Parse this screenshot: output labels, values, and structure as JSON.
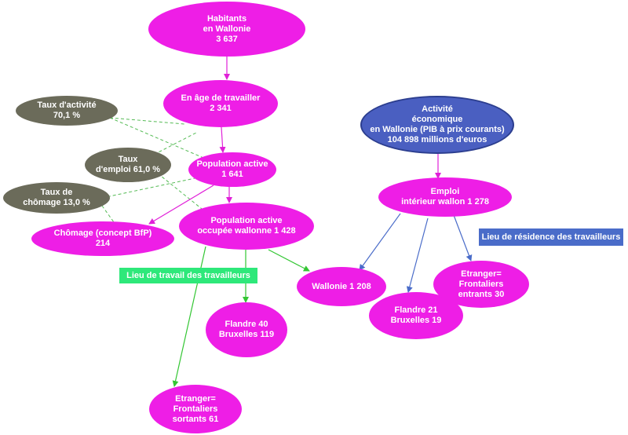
{
  "nodes": {
    "habitants": [
      "Habitants",
      "en Wallonie",
      "3 637"
    ],
    "age_travailler": [
      "En âge de travailler",
      "2 341"
    ],
    "population_active": [
      "Population active",
      "1 641"
    ],
    "pop_occupee": [
      "Population active",
      "occupée wallonne  1 428"
    ],
    "chomage": [
      "Chômage (concept BfP)",
      "214"
    ],
    "wallonie": [
      "Wallonie 1 208"
    ],
    "flandre_bxl_1": [
      "Flandre  40",
      "Bruxelles  119"
    ],
    "etranger_sortants": [
      "Etranger=",
      "Frontaliers",
      "sortants 61"
    ],
    "taux_activite": [
      "Taux d'activité",
      "70,1 %"
    ],
    "taux_emploi": [
      "Taux",
      "d'emploi  61,0 %"
    ],
    "taux_chomage": [
      "Taux de",
      "chômage 13,0 %"
    ],
    "activite_eco": [
      "Activité",
      "économique",
      "en Wallonie (PIB à prix courants)",
      "104 898 millions d'euros"
    ],
    "emploi_interieur": [
      "Emploi",
      "intérieur wallon  1 278"
    ],
    "flandre_bxl_2": [
      "Flandre  21",
      "Bruxelles  19"
    ],
    "etranger_entrants": [
      "Etranger=",
      "Frontaliers",
      "entrants  30"
    ]
  },
  "labels": {
    "lieu_travail": "Lieu de travail des travailleurs",
    "lieu_residence": "Lieu de résidence des travailleurs"
  },
  "colors": {
    "node_magenta": "#ee1ee6",
    "node_grey": "#6b6b5a",
    "node_blue": "#4a5fc1",
    "arrow_magenta": "#e020d8",
    "arrow_green": "#33c633",
    "arrow_blue": "#4a6cc9",
    "dash_green": "#55bb55"
  }
}
